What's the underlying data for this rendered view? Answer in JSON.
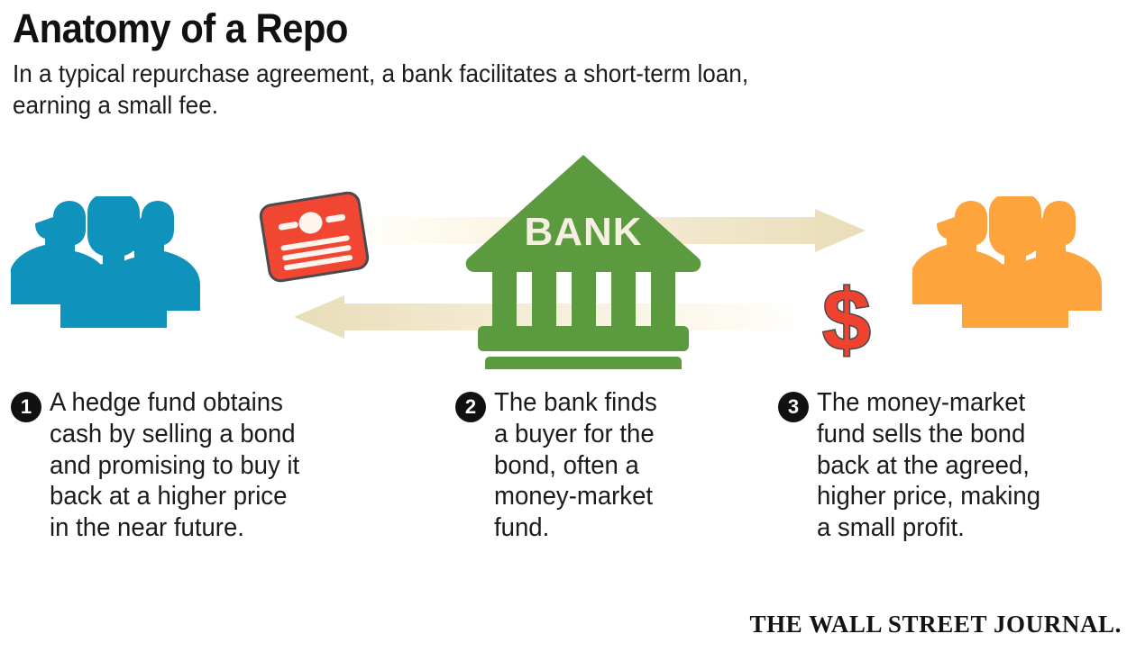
{
  "header": {
    "title": "Anatomy of a Repo",
    "subtitle_lines": [
      "In a typical repurchase agreement, a bank facilitates a short-term loan,",
      "earning a small fee."
    ],
    "subtitle_full": "In a typical repurchase agreement, a bank facilitates a short-term loan, earning a small fee."
  },
  "diagram": {
    "bank_label": "BANK",
    "actors": [
      {
        "id": "hedge-fund",
        "icon": "people-group-icon",
        "color": "#0f93bd",
        "position": "left"
      },
      {
        "id": "bank",
        "icon": "bank-building-icon",
        "color": "#5b9a3e",
        "position": "center"
      },
      {
        "id": "money-market-fund",
        "icon": "people-group-icon",
        "color": "#fda43c",
        "position": "right"
      }
    ],
    "objects": [
      {
        "id": "bond-certificate",
        "icon": "bond-certificate-icon",
        "color": "#f04632"
      },
      {
        "id": "dollar-sign",
        "icon": "dollar-sign-icon",
        "color": "#f0432f"
      }
    ],
    "flows": [
      {
        "id": "flow-right",
        "icon": "arrow-right-icon",
        "direction": "right",
        "color": "#ece0bc"
      },
      {
        "id": "flow-left",
        "icon": "arrow-left-icon",
        "direction": "left",
        "color": "#e8dcb8"
      }
    ]
  },
  "steps": [
    {
      "number": "1",
      "lines": [
        "A hedge fund obtains",
        "cash by selling a bond",
        "and promising to buy it",
        "back at a higher price",
        "in the near future."
      ],
      "text": "A hedge fund obtains cash by selling a bond and promising to buy it back at a higher price in the near future."
    },
    {
      "number": "2",
      "lines": [
        "The bank finds",
        "a buyer for the",
        "bond, often a",
        "money-market",
        "fund."
      ],
      "text": "The bank finds a buyer for the bond, often a money-market fund."
    },
    {
      "number": "3",
      "lines": [
        "The money-market",
        "fund sells the bond",
        "back at the agreed,",
        "higher price, making",
        "a small profit."
      ],
      "text": "The money-market fund sells the bond back at the agreed, higher price, making a small profit."
    }
  ],
  "footer": {
    "logo": "THE WALL STREET JOURNAL."
  },
  "colors": {
    "green": "#5b9a3e",
    "blue": "#0f93bd",
    "orange": "#fda43c",
    "red": "#f0432f",
    "tan": "#ece0bc",
    "cream": "#fdfbf2",
    "ink": "#111113",
    "background": "#ffffff"
  }
}
